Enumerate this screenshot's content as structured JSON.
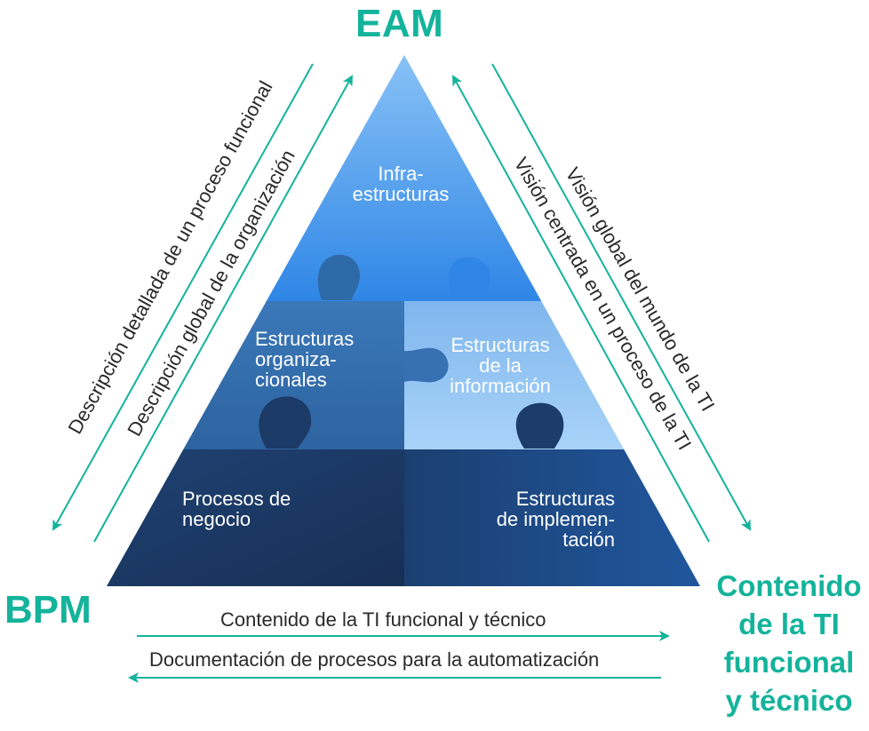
{
  "corners": {
    "top": "EAM",
    "bottom_left": "BPM",
    "bottom_right": [
      "Contenido",
      "de la TI",
      "funcional",
      "y técnico"
    ]
  },
  "pieces": {
    "infra": [
      "Infra-",
      "estructuras"
    ],
    "org": [
      "Estructuras",
      "organiza-",
      "cionales"
    ],
    "info": [
      "Estructuras",
      "de la",
      "información"
    ],
    "procesos": [
      "Procesos de",
      "negocio"
    ],
    "impl": [
      "Estructuras",
      "de implemen-",
      "tación"
    ]
  },
  "arrows": {
    "left_outer": "Descripción detallada de un proceso funcional",
    "left_inner": "Descripción global de la organización",
    "right_outer": "Visión global del mundo de la TI",
    "right_inner": "Visión centrada en un proceso de la TI",
    "bottom_top": "Contenido de la TI funcional y técnico",
    "bottom_bottom": "Documentación de procesos para la automatización"
  },
  "colors": {
    "accent": "#14b39b",
    "arrow_text": "#2a2a2a",
    "piece_top": "#3d8de8",
    "piece_mid_left": "#2f6aa8",
    "piece_mid_right": "#8ec1f2",
    "piece_bottom_left": "#1d3c6a",
    "piece_bottom_right": "#1f4f8a"
  }
}
